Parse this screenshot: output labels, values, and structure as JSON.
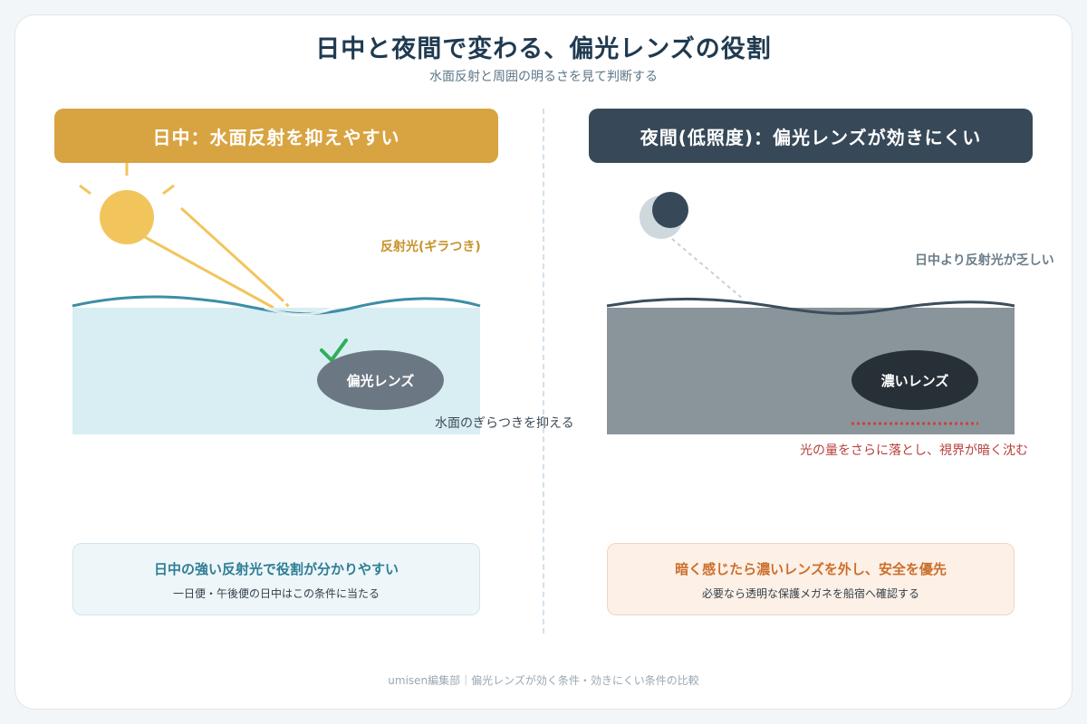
{
  "title": "日中と夜間で変わる、偏光レンズの役割",
  "subtitle": "水面反射と周囲の明るさを見て判断する",
  "day": {
    "header": "日中：水面反射を抑えやすい",
    "glare_label": "反射光(ギラつき)",
    "lens_label": "偏光レンズ",
    "effect_label": "水面のぎらつきを抑える",
    "box_title": "日中の強い反射光で役割が分かりやすい",
    "box_body": "一日便・午後便の日中はこの条件に当たる"
  },
  "night": {
    "header": "夜間(低照度)：偏光レンズが効きにくい",
    "reflect_label": "日中より反射光が乏しい",
    "lens_label": "濃いレンズ",
    "effect_label": "光の量をさらに落とし、視界が暗く沈む",
    "box_title": "暗く感じたら濃いレンズを外し、安全を優先",
    "box_body": "必要なら透明な保護メガネを船宿へ確認する"
  },
  "footer": "umisen編集部｜偏光レンズが効く条件・効きにくい条件の比較",
  "colors": {
    "day_accent": "#d8a441",
    "night_accent": "#374958",
    "sun": "#f2c55c",
    "water_day": "#d9eef3",
    "water_night": "#8a949b",
    "check": "#2fae5b",
    "warning": "#b8403a"
  }
}
